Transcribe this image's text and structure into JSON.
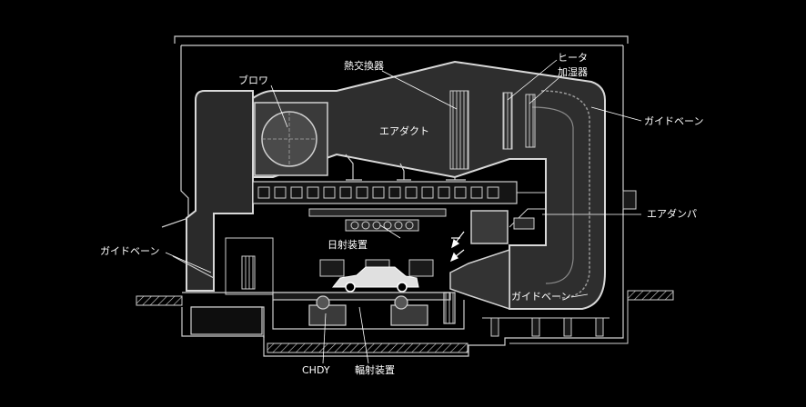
{
  "colors": {
    "background": "#000000",
    "line": "#d0d0d0",
    "fill_dark": "#1f1f1f",
    "fill_mid": "#333333",
    "text": "#ffffff"
  },
  "labels": {
    "blower": "ブロワ",
    "heat_exchanger": "熱交換器",
    "heater": "ヒータ",
    "humidifier": "加湿器",
    "guide_vane_upper_right": "ガイドベーン",
    "air_duct": "エアダクト",
    "air_damper": "エアダンパ",
    "solar_device": "日射装置",
    "guide_vane_left": "ガイドベーン",
    "guide_vane_lower": "ガイドベーン",
    "chdy": "CHDY",
    "radiation_device": "輻射装置"
  }
}
